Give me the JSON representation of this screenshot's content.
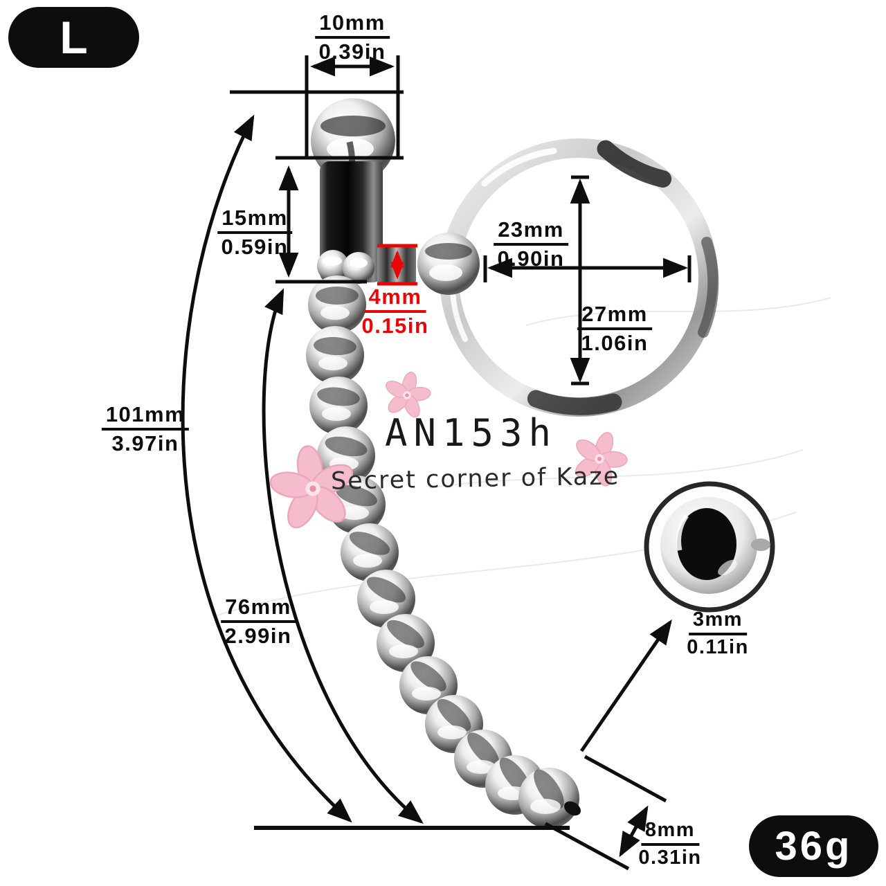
{
  "product": {
    "size_label": "L",
    "weight": "36g"
  },
  "watermark": {
    "brand": "AN153h",
    "tagline": "Secret corner of Kaze"
  },
  "dimensions": {
    "head_ball_width": {
      "mm": "10mm",
      "inch": "0.39in"
    },
    "head_height": {
      "mm": "15mm",
      "inch": "0.59in"
    },
    "connector_groove": {
      "mm": "4mm",
      "inch": "0.15in"
    },
    "ring_inner_width": {
      "mm": "23mm",
      "inch": "0.90in"
    },
    "ring_inner_height": {
      "mm": "27mm",
      "inch": "1.06in"
    },
    "total_length": {
      "mm": "101mm",
      "inch": "3.97in"
    },
    "insertable_length": {
      "mm": "76mm",
      "inch": "2.99in"
    },
    "hole_diameter": {
      "mm": "3mm",
      "inch": "0.11in"
    },
    "tip_diameter": {
      "mm": "8mm",
      "inch": "0.31in"
    }
  },
  "colors": {
    "ink": "#0d0d0d",
    "accent_red": "#e90606",
    "sakura_pink": "#f5bccb"
  }
}
